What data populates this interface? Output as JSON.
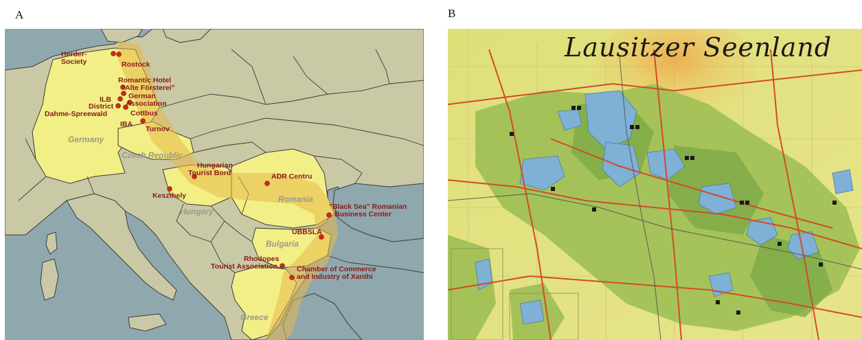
{
  "panels": {
    "a": {
      "label": "A"
    },
    "b": {
      "label": "B",
      "title": "Lausitzer Seenland"
    }
  },
  "map_a": {
    "countries": [
      {
        "id": "germany",
        "name": "Germany"
      },
      {
        "id": "czech",
        "name": "Czech Republic"
      },
      {
        "id": "hungary",
        "name": "Hungary"
      },
      {
        "id": "romania",
        "name": "Romania"
      },
      {
        "id": "bulgaria",
        "name": "Bulgaria"
      },
      {
        "id": "greece",
        "name": "Greece"
      }
    ],
    "locations": [
      {
        "id": "herder",
        "lines": [
          "Herder-",
          "Society"
        ]
      },
      {
        "id": "rostock",
        "lines": [
          "Rostock"
        ]
      },
      {
        "id": "romantic",
        "lines": [
          "Romantic Hotel",
          "\"Alte Försterei\""
        ]
      },
      {
        "id": "german-assoc",
        "lines": [
          "German",
          "Association"
        ]
      },
      {
        "id": "ilb",
        "lines": [
          "ILB"
        ]
      },
      {
        "id": "district",
        "lines": [
          "District",
          "Dahme-Spreewald"
        ]
      },
      {
        "id": "cottbus",
        "lines": [
          "Cottbus"
        ]
      },
      {
        "id": "iba",
        "lines": [
          "IBA"
        ]
      },
      {
        "id": "turnov",
        "lines": [
          "Turnov"
        ]
      },
      {
        "id": "keszthely",
        "lines": [
          "Keszthely"
        ]
      },
      {
        "id": "htb",
        "lines": [
          "Hungarian",
          "Tourist Bord"
        ]
      },
      {
        "id": "adr",
        "lines": [
          "ADR Centru"
        ]
      },
      {
        "id": "blacksea",
        "lines": [
          "\"Black Sea\" Romanian",
          "Business Center"
        ]
      },
      {
        "id": "ubbsla",
        "lines": [
          "UBBSLA"
        ]
      },
      {
        "id": "rhodopes",
        "lines": [
          "Rhodopes",
          "Tourist Association"
        ]
      },
      {
        "id": "chamber",
        "lines": [
          "Chamber of Commerce",
          "and Industry of Xanthi"
        ]
      }
    ],
    "colors": {
      "sea": "#8fa8ad",
      "land": "#c9c9a6",
      "highlight": "#f2ef86",
      "corridor": "#e8b84a",
      "dot": "#cc2a1a",
      "border": "#3a3a3a"
    }
  },
  "map_b": {
    "colors": {
      "background": "#e8e47a",
      "forest": "#a9c35a",
      "water": "#7fb0d6",
      "road": "#d24a2a",
      "sun": "#f0b84a"
    }
  }
}
